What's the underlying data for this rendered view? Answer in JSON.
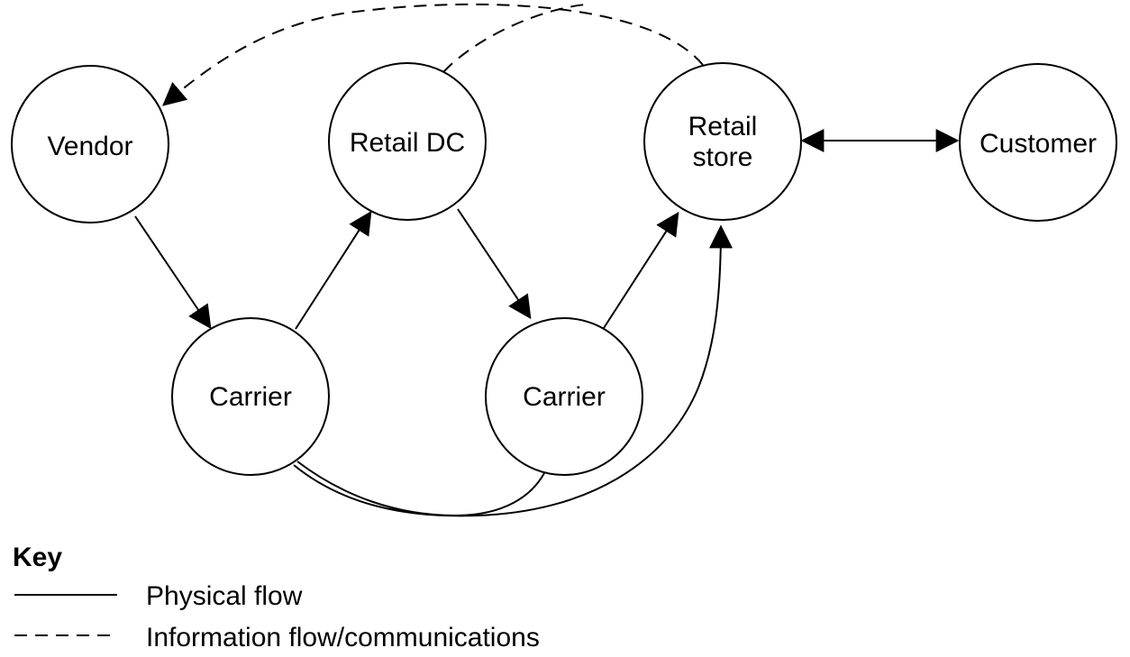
{
  "nodes": {
    "vendor": {
      "label": "Vendor"
    },
    "retail_dc": {
      "label": "Retail DC"
    },
    "retail_store": {
      "label_line1": "Retail",
      "label_line2": "store"
    },
    "customer": {
      "label": "Customer"
    },
    "carrier_1": {
      "label": "Carrier"
    },
    "carrier_2": {
      "label": "Carrier"
    }
  },
  "key": {
    "title": "Key",
    "physical_flow_label": "Physical flow",
    "information_flow_label": "Information flow/communications"
  },
  "edges": [
    {
      "from": "vendor",
      "to": "carrier_1",
      "style": "solid"
    },
    {
      "from": "carrier_1",
      "to": "retail_dc",
      "style": "solid"
    },
    {
      "from": "retail_dc",
      "to": "carrier_2",
      "style": "solid"
    },
    {
      "from": "carrier_2",
      "to": "retail_store",
      "style": "solid"
    },
    {
      "from": "carrier_1",
      "to": "retail_store",
      "style": "solid"
    },
    {
      "from": "retail_store",
      "to": "customer",
      "style": "solid",
      "bidirectional": true
    },
    {
      "from": "retail_store",
      "to": "vendor",
      "style": "dashed"
    },
    {
      "from": "retail_dc",
      "to": "vendor",
      "style": "dashed"
    }
  ]
}
